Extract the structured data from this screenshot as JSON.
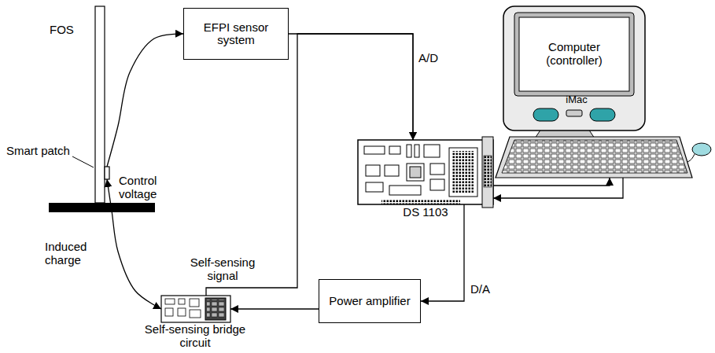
{
  "diagram": {
    "nodes": [
      {
        "text": [
          "EFPI sensor system"
        ]
      },
      {
        "text": [
          "DS 1103"
        ]
      },
      {
        "text": [
          "Computer (controller)",
          "iMac"
        ]
      },
      {
        "text": [
          "Power amplifier"
        ]
      },
      {
        "text": [
          "Self-sensing bridge circuit"
        ]
      },
      {
        "text": [
          "Smart patch"
        ]
      }
    ],
    "edges": [
      {
        "from": 5,
        "to": 0,
        "label": "FOS",
        "arrow": "to"
      },
      {
        "from": 0,
        "to": 1,
        "label": "A/D",
        "arrow": "to"
      },
      {
        "from": 4,
        "to": 1,
        "label": "Self-sensing signal",
        "arrow": "to"
      },
      {
        "from": 1,
        "to": 2,
        "arrow": "to"
      },
      {
        "from": 2,
        "to": 1,
        "arrow": "to"
      },
      {
        "from": 1,
        "to": 3,
        "label": "D/A",
        "arrow": "to"
      },
      {
        "from": 3,
        "to": 4,
        "arrow": "to"
      },
      {
        "from": 4,
        "to": 5,
        "arrow": "both"
      }
    ],
    "labels": [
      "Control voltage",
      "Induced charge"
    ]
  }
}
